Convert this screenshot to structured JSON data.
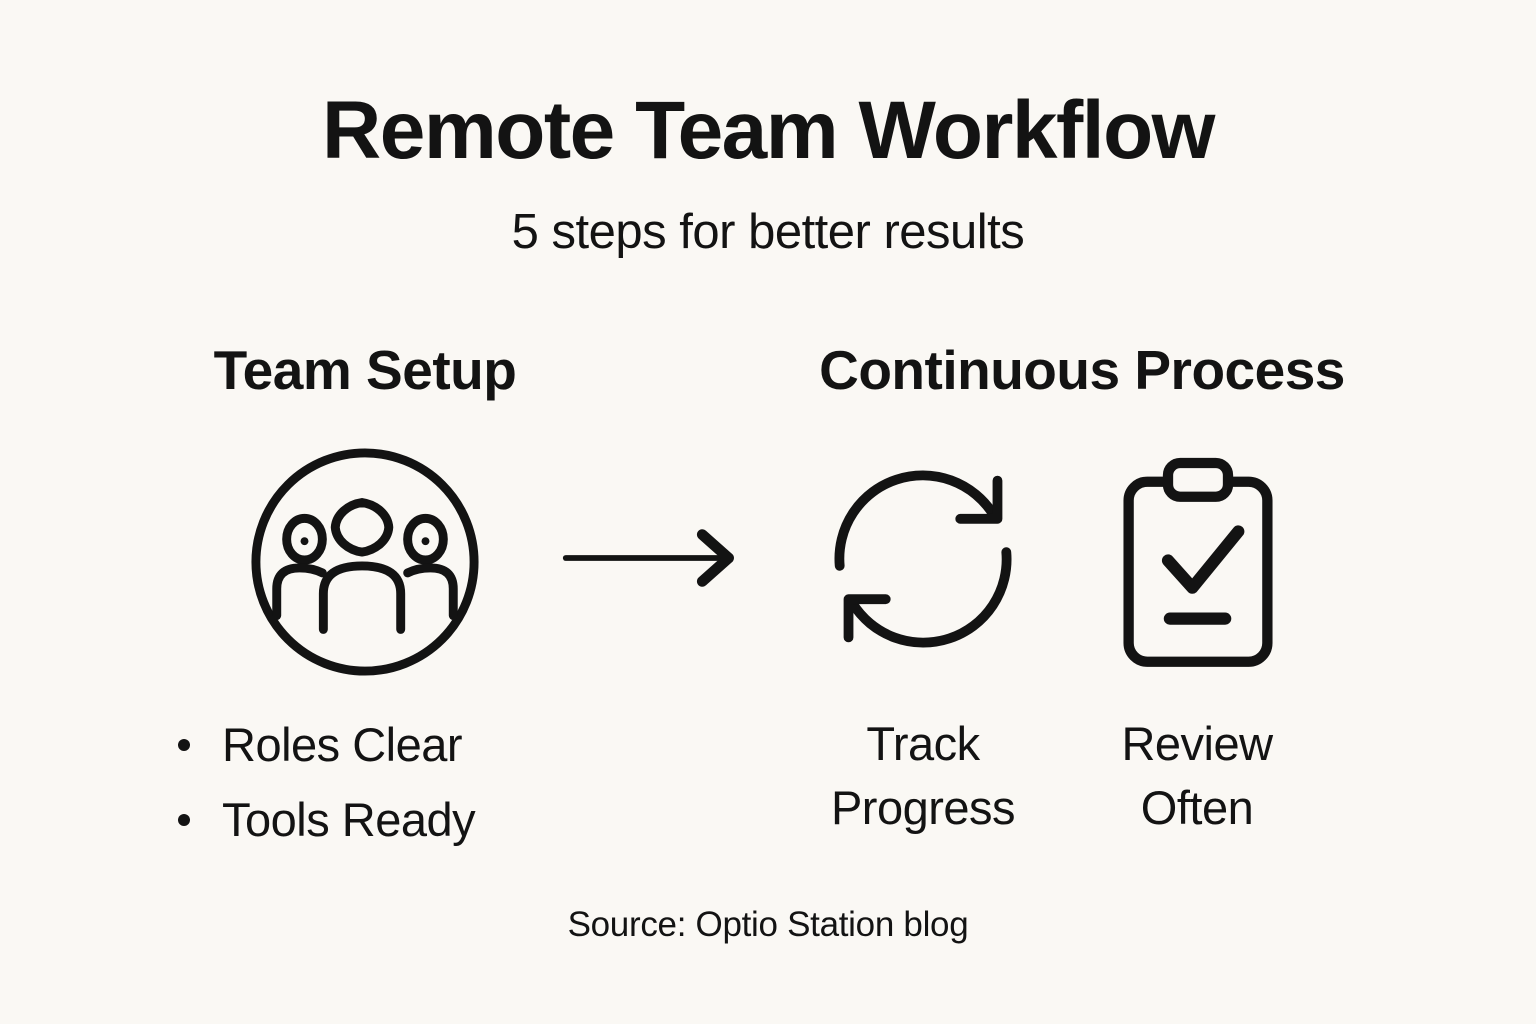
{
  "colors": {
    "background": "#faf8f4",
    "ink": "#131313"
  },
  "header": {
    "title": "Remote Team Workflow",
    "subtitle": "5 steps for better results"
  },
  "sections": {
    "team_setup": {
      "heading": "Team Setup",
      "icon": "people-group-icon",
      "bullets": [
        "Roles Clear",
        "Tools Ready"
      ]
    },
    "continuous_process": {
      "heading": "Continuous Process",
      "items": [
        {
          "icon": "sync-arrows-icon",
          "label": "Track Progress"
        },
        {
          "icon": "clipboard-check-icon",
          "label": "Review Often"
        }
      ]
    }
  },
  "connector": {
    "icon": "right-arrow-icon"
  },
  "footer": {
    "source": "Source: Optio Station blog"
  }
}
